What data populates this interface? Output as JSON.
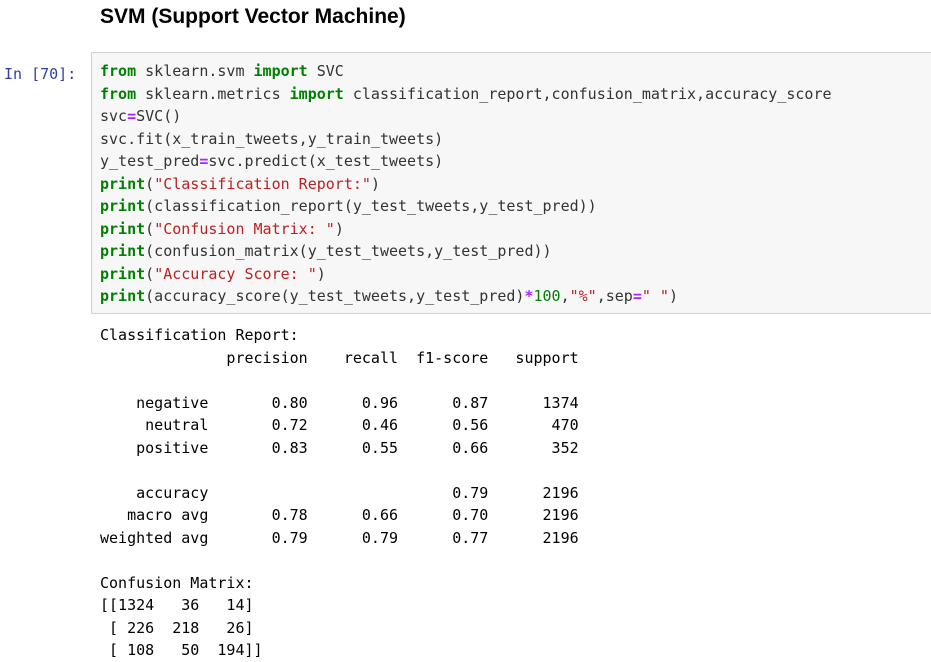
{
  "heading": "SVM (Support Vector Machine)",
  "cell": {
    "prompt": "In [70]:",
    "code": {
      "l1": {
        "kw1": "from",
        "t1": " sklearn.svm ",
        "kw2": "import",
        "t2": " SVC"
      },
      "l2": {
        "kw1": "from",
        "t1": " sklearn.metrics ",
        "kw2": "import",
        "t2": " classification_report,confusion_matrix,accuracy_score"
      },
      "l3": {
        "t1": "svc",
        "op1": "=",
        "t2": "SVC()"
      },
      "l4": {
        "t1": "svc.fit(x_train_tweets,y_train_tweets)"
      },
      "l5": {
        "t1": "y_test_pred",
        "op1": "=",
        "t2": "svc.predict(x_test_tweets)"
      },
      "l6": {
        "kw1": "print",
        "t1": "(",
        "s1": "\"Classification Report:\"",
        "t2": ")"
      },
      "l7": {
        "kw1": "print",
        "t1": "(classification_report(y_test_tweets,y_test_pred))"
      },
      "l8": {
        "kw1": "print",
        "t1": "(",
        "s1": "\"Confusion Matrix: \"",
        "t2": ")"
      },
      "l9": {
        "kw1": "print",
        "t1": "(confusion_matrix(y_test_tweets,y_test_pred))"
      },
      "l10": {
        "kw1": "print",
        "t1": "(",
        "s1": "\"Accuracy Score: \"",
        "t2": ")"
      },
      "l11": {
        "kw1": "print",
        "t1": "(accuracy_score(y_test_tweets,y_test_pred)",
        "op1": "*",
        "n1": "100",
        "t2": ",",
        "s1": "\"%\"",
        "t3": ",sep",
        "op2": "=",
        "s2": "\" \"",
        "t4": ")"
      }
    },
    "output": [
      "Classification Report:",
      "              precision    recall  f1-score   support",
      "",
      "    negative       0.80      0.96      0.87      1374",
      "     neutral       0.72      0.46      0.56       470",
      "    positive       0.83      0.55      0.66       352",
      "",
      "    accuracy                           0.79      2196",
      "   macro avg       0.78      0.66      0.70      2196",
      "weighted avg       0.79      0.79      0.77      2196",
      "",
      "Confusion Matrix:",
      "[[1324   36   14]",
      " [ 226  218   26]",
      " [ 108   50  194]]"
    ]
  }
}
